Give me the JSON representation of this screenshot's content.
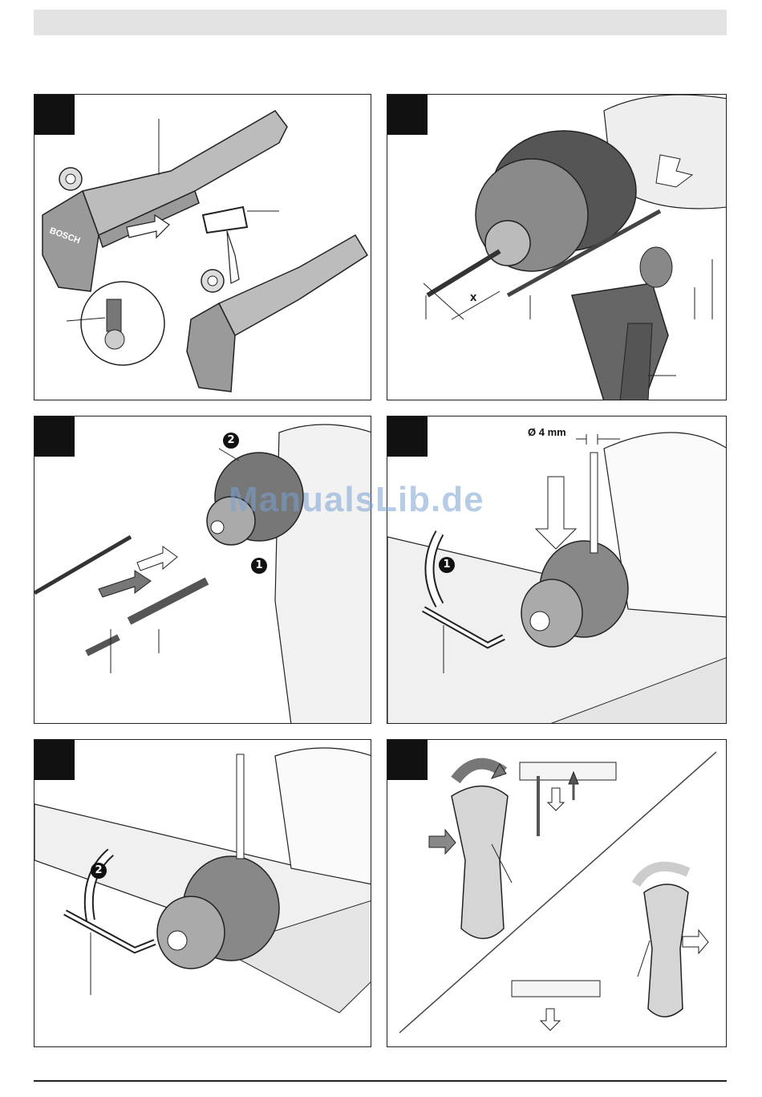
{
  "page": {
    "watermark": "ManualsLib.de"
  },
  "panels": [
    {
      "name": "panel-depth-stop-bracket",
      "brand_text": "BOSCH"
    },
    {
      "name": "panel-depth-stop-setting",
      "dimension_label": "x"
    },
    {
      "name": "panel-bit-insertion",
      "step1": "1",
      "step2": "2"
    },
    {
      "name": "panel-chuck-removal-1",
      "dimension_label": "Ø 4 mm",
      "step1": "1"
    },
    {
      "name": "panel-chuck-removal-2",
      "step2": "2"
    },
    {
      "name": "panel-rotation-direction"
    }
  ],
  "colors": {
    "panel_border": "#222222",
    "badge": "#111111",
    "header_bar": "#e3e3e3",
    "tool_gray": "#9a9a9a",
    "tool_dark": "#555555"
  }
}
